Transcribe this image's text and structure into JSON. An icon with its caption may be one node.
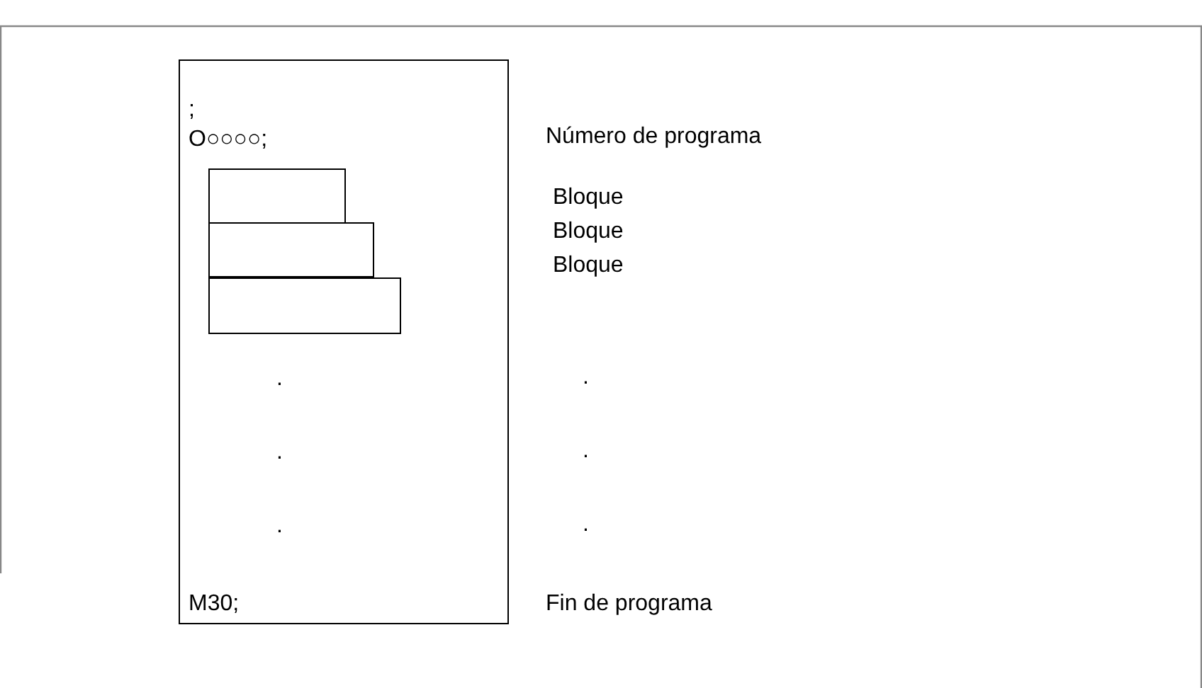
{
  "diagram": {
    "nodes": [
      {
        "text": [
          ";",
          "O○○○○;",
          ".",
          ".",
          ".",
          "M30;"
        ]
      },
      {
        "text": [],
        "shape": "box",
        "in": 0
      },
      {
        "text": [],
        "shape": "box",
        "in": 0
      },
      {
        "text": [],
        "shape": "box",
        "in": 0
      }
    ],
    "labels": [
      "Número de programa",
      "Bloque",
      "Bloque",
      "Bloque",
      ".",
      ".",
      ".",
      "Fin de programa"
    ]
  }
}
